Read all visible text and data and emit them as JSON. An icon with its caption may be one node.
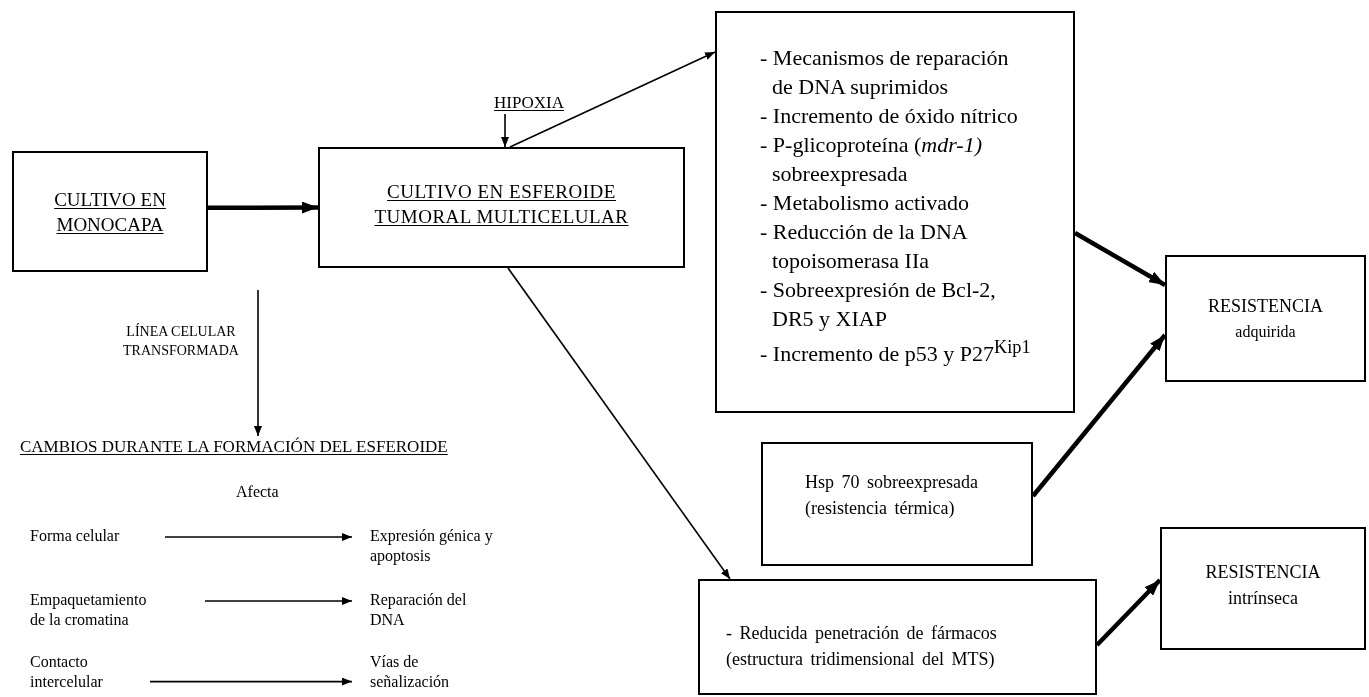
{
  "diagram": {
    "nodes": [
      {
        "text": [
          "CULTIVO EN MONOCAPA"
        ]
      },
      {
        "text": [
          "CULTIVO EN ESFEROIDE TUMORAL MULTICELULAR"
        ]
      },
      {
        "text": [
          "HIPOXIA"
        ]
      },
      {
        "text": [
          "- Mecanismos de reparación de DNA suprimidos",
          "- Incremento de óxido nítrico",
          "- P-glicoproteína (*mdr-1)* sobreexpresada",
          "- Metabolismo activado",
          "- Reducción de la DNA topoisomerasa IIa",
          "- Sobreexpresión de Bcl-2, DR5 y XIAP",
          "- Incremento de p53 y P27$^{Kip1}$"
        ]
      },
      {
        "text": [
          "RESISTENCIA",
          "adquirida"
        ]
      },
      {
        "text": [
          "Hsp 70 sobreexpresada (resistencia térmica)"
        ]
      },
      {
        "text": [
          "- Reducida penetración de fármacos (estructura tridimensional del MTS)"
        ]
      },
      {
        "text": [
          "RESISTENCIA",
          "intrínseca"
        ]
      },
      {
        "text": [
          "CAMBIOS DURANTE LA FORMACIÓN DEL ESFEROIDE"
        ]
      },
      {
        "text": [
          "Forma celular"
        ]
      },
      {
        "text": [
          "Expresión génica y apoptosis"
        ]
      },
      {
        "text": [
          "Empaquetamiento de la cromatina"
        ]
      },
      {
        "text": [
          "Reparación del DNA"
        ]
      },
      {
        "text": [
          "Contacto intercelular"
        ]
      },
      {
        "text": [
          "Vías de señalización"
        ]
      }
    ],
    "edges": [
      {
        "from": 0,
        "to": 1,
        "arrow": "to",
        "style": "thick"
      },
      {
        "from": null,
        "to": 8,
        "arrow": "to",
        "label": "LÍNEA CELULAR TRANSFORMADA"
      },
      {
        "from": 2,
        "to": 1,
        "arrow": "to"
      },
      {
        "from": 1,
        "to": 3,
        "arrow": "to"
      },
      {
        "from": 1,
        "to": 6,
        "arrow": "to"
      },
      {
        "from": 3,
        "to": 4,
        "arrow": "to",
        "style": "thick"
      },
      {
        "from": 5,
        "to": 4,
        "arrow": "to",
        "style": "thick"
      },
      {
        "from": 6,
        "to": 7,
        "arrow": "to",
        "style": "thick"
      },
      {
        "from": 9,
        "to": 10,
        "arrow": "to"
      },
      {
        "from": 11,
        "to": 12,
        "arrow": "to"
      },
      {
        "from": 13,
        "to": 14,
        "arrow": "to"
      }
    ],
    "labels": [
      "Afecta"
    ]
  }
}
